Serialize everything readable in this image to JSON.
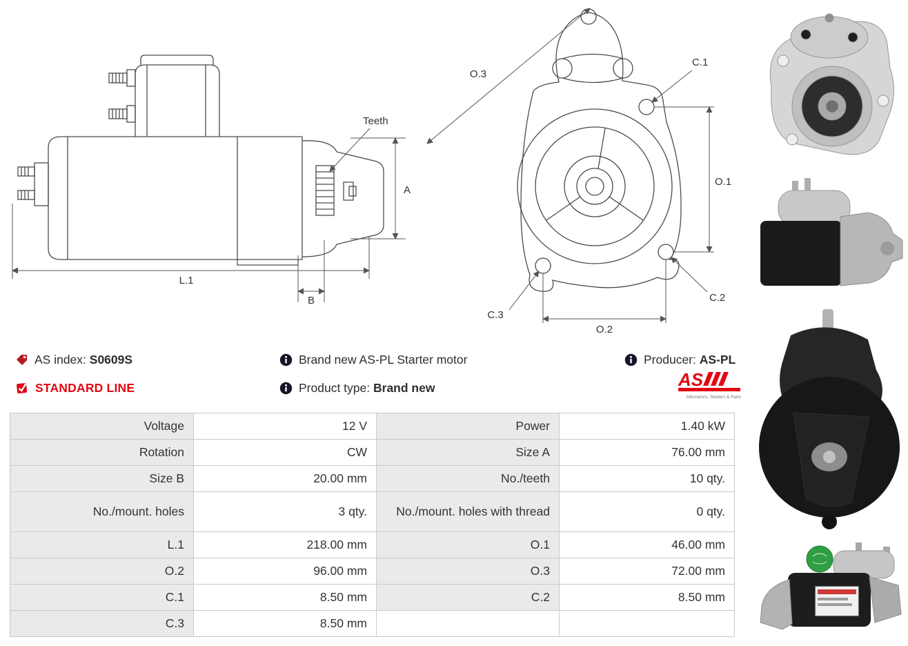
{
  "info": {
    "as_index_label": "AS index:",
    "as_index_value": "S0609S",
    "standard_line": "STANDARD LINE",
    "brand_new_text": "Brand new AS-PL Starter motor",
    "product_type_label": "Product type:",
    "product_type_value": "Brand new",
    "producer_label": "Producer:",
    "producer_value": "AS-PL"
  },
  "logo": {
    "text": "AS",
    "tagline": "Alternators, Starters & Parts"
  },
  "diagram": {
    "side_view": {
      "teeth": "Teeth",
      "a": "A",
      "l1": "L.1",
      "b": "B"
    },
    "front_view": {
      "o1": "O.1",
      "o2": "O.2",
      "o3": "O.3",
      "c1": "C.1",
      "c2": "C.2",
      "c3": "C.3"
    }
  },
  "spec_table": {
    "rows": [
      {
        "label_left": "Voltage",
        "value_left": "12 V",
        "label_right": "Power",
        "value_right": "1.40 kW"
      },
      {
        "label_left": "Rotation",
        "value_left": "CW",
        "label_right": "Size A",
        "value_right": "76.00 mm"
      },
      {
        "label_left": "Size B",
        "value_left": "20.00 mm",
        "label_right": "No./teeth",
        "value_right": "10 qty."
      },
      {
        "label_left": "No./mount. holes",
        "value_left": "3 qty.",
        "label_right": "No./mount. holes with thread",
        "value_right": "0 qty."
      },
      {
        "label_left": "L.1",
        "value_left": "218.00 mm",
        "label_right": "O.1",
        "value_right": "46.00 mm"
      },
      {
        "label_left": "O.2",
        "value_left": "96.00 mm",
        "label_right": "O.3",
        "value_right": "72.00 mm"
      },
      {
        "label_left": "C.1",
        "value_left": "8.50 mm",
        "label_right": "C.2",
        "value_right": "8.50 mm"
      },
      {
        "label_left": "C.3",
        "value_left": "8.50 mm",
        "label_right": "",
        "value_right": ""
      }
    ]
  },
  "colors": {
    "accent_red": "#e30613",
    "table_label_bg": "#eaeaea",
    "table_border": "#c9c9c9",
    "drawing_line": "#4a4a4a"
  }
}
